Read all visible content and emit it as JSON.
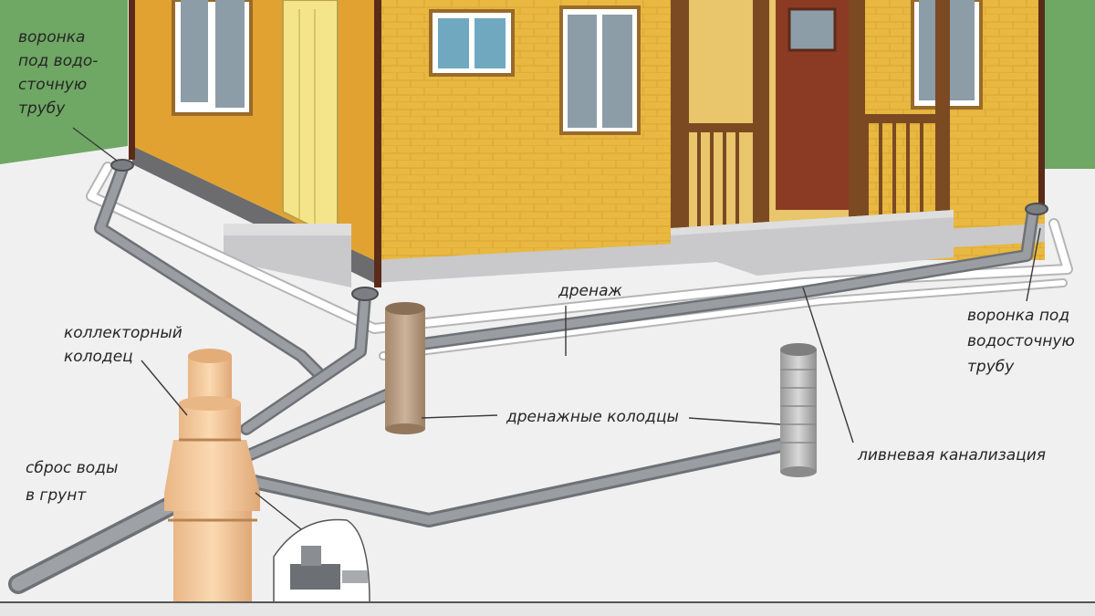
{
  "labels": {
    "funnel_left": [
      "воронка",
      "под водо-",
      "сточную",
      "трубу"
    ],
    "funnel_right": [
      "воронка под",
      "водосточную",
      "трубу"
    ],
    "drainage": "дренаж",
    "collector_well": [
      "коллекторный",
      "колодец"
    ],
    "drainage_wells": "дренажные колодцы",
    "storm_sewer": "ливневая канализация",
    "water_discharge": [
      "сброс воды",
      "в грунт"
    ]
  },
  "colors": {
    "ground": "#f0f0f0",
    "grass": "#6fa764",
    "wall": "#e8b840",
    "wall_shade": "#d29a2c",
    "plinth": "#c9c9cb",
    "porch_wood": "#7b4a22",
    "pipe": "#8c8f93",
    "drain_outline": "#ffffff",
    "collector_well": "#f3c99b",
    "drain_well": "#b79a7e",
    "label_text": "#262626",
    "leader_line": "#3a3a3a"
  }
}
